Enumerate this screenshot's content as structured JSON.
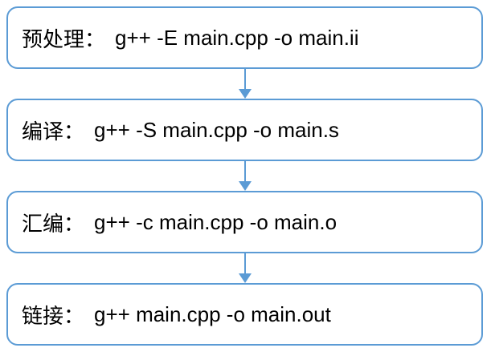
{
  "diagram": {
    "type": "flowchart",
    "direction": "top-down",
    "steps": [
      {
        "label": "预处理：",
        "command": "g++ -E main.cpp -o main.ii"
      },
      {
        "label": "编译：",
        "command": "g++ -S main.cpp -o main.s"
      },
      {
        "label": "汇编：",
        "command": "g++ -c main.cpp -o main.o"
      },
      {
        "label": "链接：",
        "command": "g++ main.cpp -o main.out"
      }
    ]
  },
  "colors": {
    "accent": "#5B9BD5",
    "text": "#000000",
    "background": "#FFFFFF"
  }
}
